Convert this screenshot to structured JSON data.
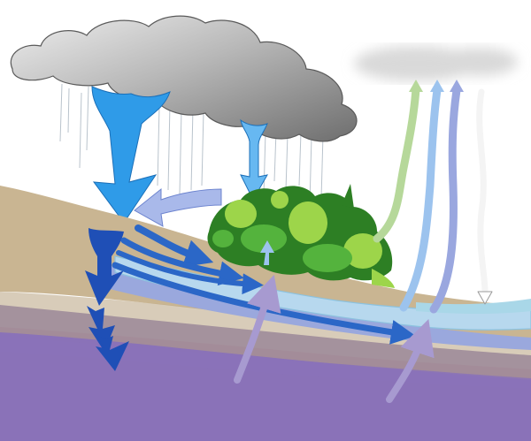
{
  "diagram": {
    "kind": "hydrologic-cycle-illustration",
    "labels": [],
    "elements": [
      "storm-cloud",
      "rain-streaks",
      "precipitation-arrow-large",
      "precipitation-arrow-small",
      "faint-cloud",
      "vegetation",
      "soil-layer",
      "aquifer-layer",
      "bedrock-layer",
      "stream-channel",
      "infiltration-arrows",
      "interflow-arrows",
      "groundwater-flow-arrows",
      "evapotranspiration-arrows",
      "upwelling-arrows"
    ]
  },
  "colors": {
    "sky": "#ffffff",
    "cloud_light": "#eeeeee",
    "cloud_dark": "#6e6e6e",
    "soil": "#c9b592",
    "soil_dark": "#b8a27f",
    "aquifer": "#9aa8dd",
    "aquifer_deep": "#8d7fc0",
    "bedrock": "#8a72b8",
    "stream": "#b7d8ee",
    "stream_edge": "#8cc2df",
    "rain_arrow": "#2f9be8",
    "rain_arrow_light": "#67b8f1",
    "flow_dark": "#1f4fb6",
    "flow_mid": "#2b67c7",
    "vegetation_dark": "#2d7f24",
    "vegetation_mid": "#54b33d",
    "vegetation_light": "#9dd54a",
    "et_green": "#b6d89a",
    "et_blue": "#9cc3ee",
    "et_purple": "#9aa7df",
    "et_white": "#ffffff",
    "upwell": "#a79ad0"
  }
}
